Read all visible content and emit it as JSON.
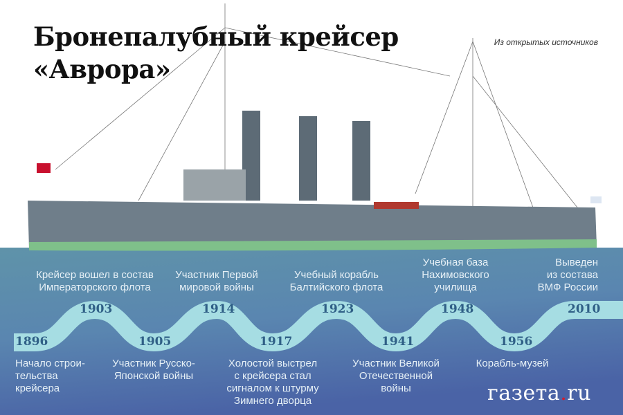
{
  "title_line1": "Бронепалубный крейсер",
  "title_line2": "«Аврора»",
  "source": "Из открытых источников",
  "timeline": [
    {
      "year": "1896",
      "text": [
        "Начало строи-",
        "тельства",
        "крейсера"
      ]
    },
    {
      "year": "1903",
      "text": [
        "Крейсер вошел в состав",
        "Императорского флота"
      ]
    },
    {
      "year": "1905",
      "text": [
        "Участник Русско-",
        "Японской войны"
      ]
    },
    {
      "year": "1914",
      "text": [
        "Участник Первой",
        "мировой войны"
      ]
    },
    {
      "year": "1917",
      "text": [
        "Холостой выстрел",
        "с крейсера стал",
        "сигналом к штурму",
        "Зимнего дворца"
      ]
    },
    {
      "year": "1923",
      "text": [
        "Учебный корабль",
        "Балтийского флота"
      ]
    },
    {
      "year": "1941",
      "text": [
        "Участник Великой",
        "Отечественной",
        "войны"
      ]
    },
    {
      "year": "1948",
      "text": [
        "Учебная база",
        "Нахимовского",
        "училища"
      ]
    },
    {
      "year": "1956",
      "text": [
        "Корабль-музей"
      ]
    },
    {
      "year": "2010",
      "text": [
        "Выведен",
        "из состава",
        "ВМФ России"
      ]
    }
  ],
  "logo": {
    "main": "газета",
    "dot": ".",
    "tld": "ru"
  },
  "colors": {
    "band": "#a6dde3",
    "year": "#2f5f86",
    "hull": "#6f7e8a",
    "waterline": "#7fc08a"
  }
}
